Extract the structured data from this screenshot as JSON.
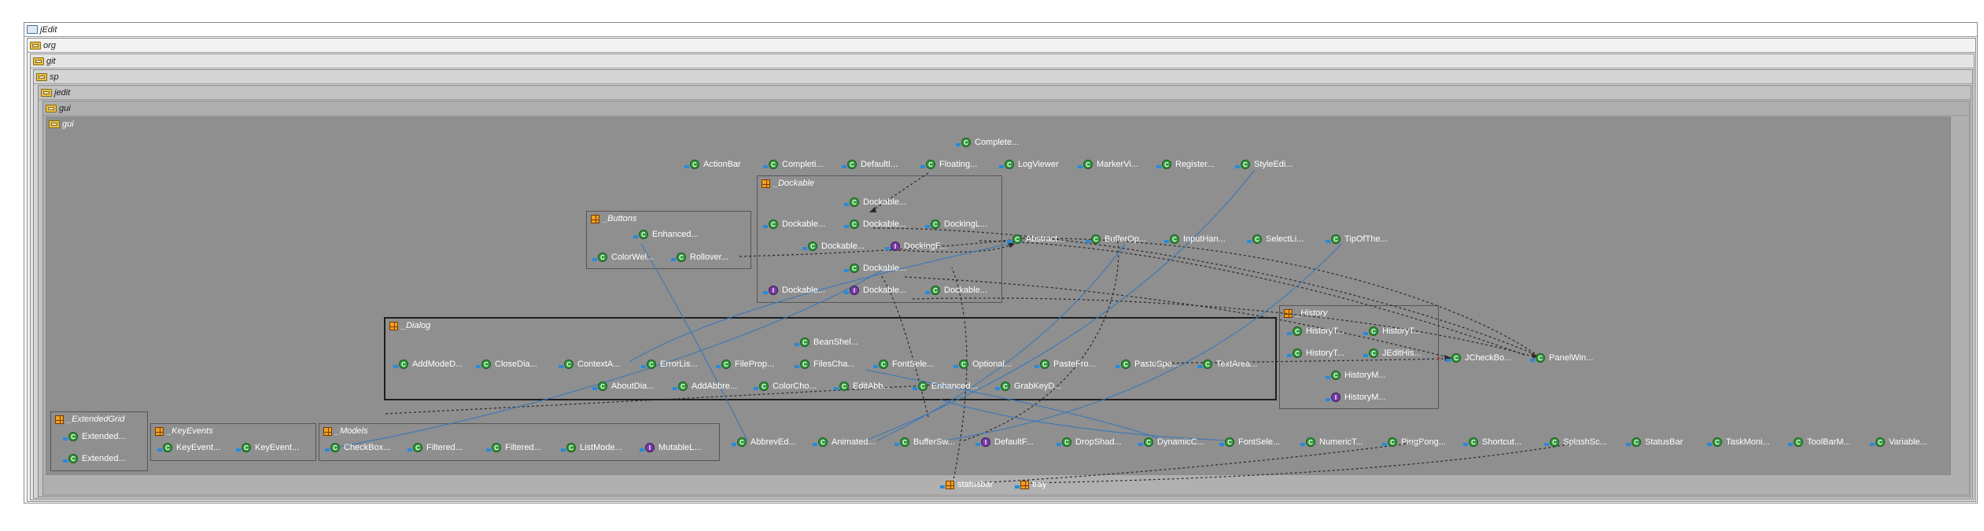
{
  "packages": {
    "jedit_root": "jEdit",
    "org": "org",
    "git": "git",
    "sp": "sp",
    "jedit": "jedit",
    "gui1": "gui",
    "gui2": "gui"
  },
  "groups": {
    "dockable": "_Dockable",
    "buttons": "_Buttons",
    "dialog": "_Dialog",
    "history": "_History",
    "extended_grid": "_ExtendedGrid",
    "key_events": "_KeyEvents",
    "models": "_Models"
  },
  "nodes": {
    "complete": "Complete...",
    "actionbar": "ActionBar",
    "completi": "Completi...",
    "defaulti": "DefaultI...",
    "floating": "Floating...",
    "logviewer": "LogViewer",
    "markervi": "MarkerVi...",
    "register": "Register...",
    "styleedi": "StyleEdi...",
    "abstract": "Abstract...",
    "bufferop": "BufferOp...",
    "inputhan": "InputHan...",
    "selectli": "SelectLi...",
    "tipofthe": "TipOfThe...",
    "dock_1": "Dockable...",
    "dock_2": "Dockable...",
    "dock_3": "Dockable...",
    "dockingl": "DockingL...",
    "dock_4": "Dockable...",
    "dockingf": "DockingF...",
    "dock_5": "Dockable...",
    "dock_6": "Dockable...",
    "dock_7": "Dockable...",
    "dock_8": "Dockable...",
    "enhanced_btn": "Enhanced...",
    "colorwel": "ColorWel...",
    "rollover": "Rollover...",
    "beanshel": "BeanShel...",
    "addmoded": "AddModeD...",
    "closedia": "CloseDia...",
    "contexta": "ContextA...",
    "errorlis": "ErrorLis...",
    "fileprop": "FileProp...",
    "filescha": "FilesCha...",
    "fontsele1": "FontSele...",
    "optional": "Optional...",
    "pastefro": "PasteFro...",
    "pastespe": "PasteSpe...",
    "textarea": "TextArea...",
    "aboutdia": "AboutDia...",
    "addabbre": "AddAbbre...",
    "colorcho": "ColorCho...",
    "editabb": "EditAbb...",
    "enhanced_dlg": "Enhanced...",
    "grabkeyd": "GrabKeyD...",
    "historyt1": "HistoryT...",
    "historyt2": "HistoryT...",
    "historyt3": "HistoryT...",
    "jedithis": "JEditHis...",
    "historym1": "HistoryM...",
    "historym2": "HistoryM...",
    "jcheckbo": "JCheckBo...",
    "panelwin": "PanelWin...",
    "extended1": "Extended...",
    "extended2": "Extended...",
    "keyevent1": "KeyEvent...",
    "keyevent2": "KeyEvent...",
    "checkbox": "CheckBox...",
    "filtered1": "Filtered...",
    "filtered2": "Filtered...",
    "listmode": "ListMode...",
    "mutablel": "MutableL...",
    "abbreved": "AbbrevEd...",
    "animated": "Animated...",
    "buffersw": "BufferSw...",
    "defaultf": "DefaultF...",
    "dropshad": "DropShad...",
    "dynamicc": "DynamicC...",
    "fontsele2": "FontSele...",
    "numerict": "NumericT...",
    "pingpong": "PingPong...",
    "shortcut": "Shortcut...",
    "splashsc": "SplashSc...",
    "statusbar_cls": "StatusBar",
    "taskmoni": "TaskMoni...",
    "toolbarm": "ToolBarM...",
    "variable": "Variable..."
  },
  "subpackages": {
    "statusbar": "statusbar",
    "tray": "tray"
  },
  "colors": {
    "canvas": "#8f8f8f",
    "class_badge": "#2f9a3a",
    "interface_badge": "#7a3aa8",
    "dependency_edge": "#2a2a2a",
    "association_edge": "#3a78b8"
  }
}
